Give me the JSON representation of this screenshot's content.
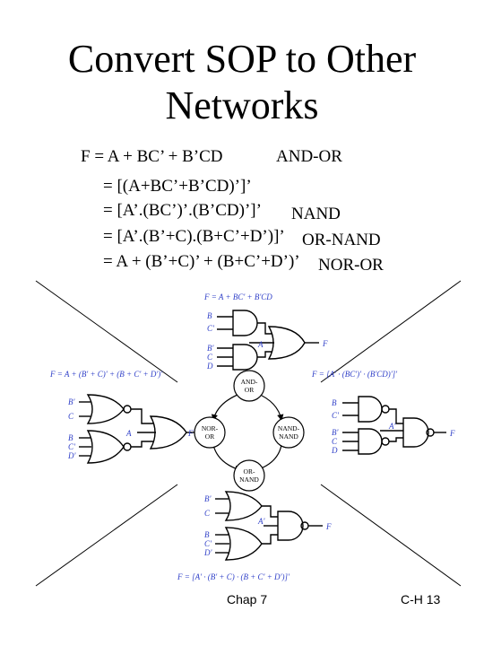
{
  "title": {
    "line1": "Convert SOP to Other",
    "line2": "Networks"
  },
  "equations": {
    "f": "F = A + BC’ + B’CD",
    "f_tag": "AND-OR",
    "l1": "= [(A+BC’+B’CD)’]’",
    "l2": "= [A’.(BC’)’.(B’CD)’]’",
    "l2_tag": "NAND",
    "l3": "= [A’.(B’+C).(B+C’+D’)]’",
    "l3_tag": "OR-NAND",
    "l4": "= A + (B’+C)’ + (B+C’+D’)’",
    "l4_tag": "NOR-OR"
  },
  "figure": {
    "top_formula": "F = A + BC' + B'CD",
    "left_formula": "F = A + (B' + C)' + (B + C' + D')'",
    "right_formula": "F = [A' · (BC')' · (B'CD)']'",
    "bottom_formula": "F = [A' · (B' + C) · (B + C' + D')]'",
    "center_nodes": {
      "top": [
        "AND-",
        "OR"
      ],
      "right": [
        "NAND-",
        "NAND"
      ],
      "bottom": [
        "OR-",
        "NAND"
      ],
      "left": [
        "NOR-",
        "OR"
      ]
    },
    "top_inputs": [
      "B",
      "C'",
      "B'",
      "C",
      "D"
    ],
    "left_inputs": [
      "B'",
      "C",
      "B",
      "C'",
      "D'"
    ],
    "right_inputs": [
      "B",
      "C'",
      "B'",
      "C",
      "D"
    ],
    "bottom_inputs": [
      "B'",
      "C",
      "B",
      "C'",
      "D'"
    ],
    "label_a": "A",
    "label_a_not": "A'",
    "label_f": "F",
    "colors": {
      "ink": "#000000",
      "label": "#3040c8"
    }
  },
  "footer": {
    "chapter": "Chap 7",
    "page": "C-H 13"
  }
}
